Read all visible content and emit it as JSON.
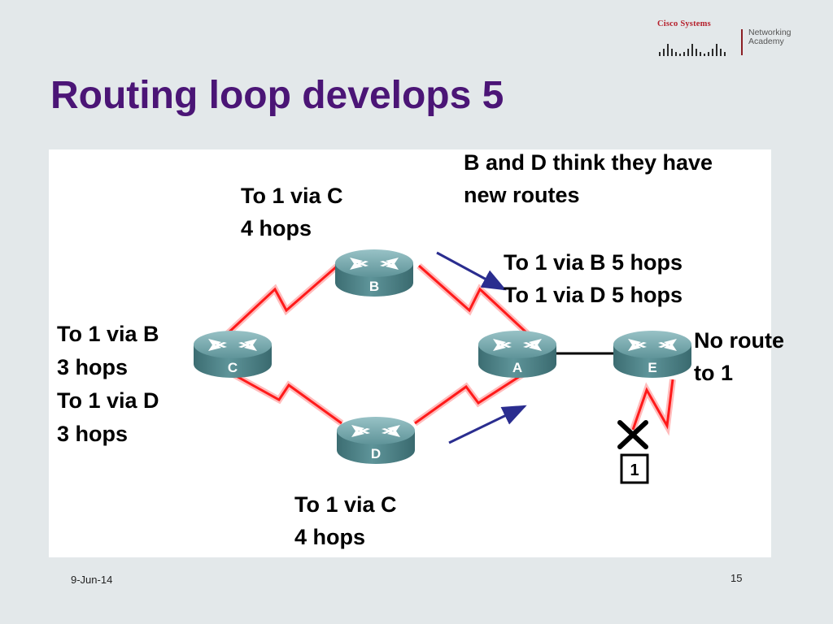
{
  "logo": {
    "brand": "Cisco Systems",
    "academy_line1": "Networking",
    "academy_line2": "Academy"
  },
  "title": "Routing loop develops 5",
  "routers": {
    "A": "A",
    "B": "B",
    "C": "C",
    "D": "D",
    "E": "E"
  },
  "network": {
    "label": "1"
  },
  "labels": {
    "top": [
      "B and D think they have",
      "new routes"
    ],
    "b_route": [
      "To 1 via C",
      "4 hops"
    ],
    "a_routes": [
      "To 1 via B 5 hops",
      "To 1 via D 5 hops"
    ],
    "c_routes": [
      "To 1 via B",
      "3 hops",
      "To 1 via D",
      "3 hops"
    ],
    "e_status": [
      "No route",
      "to 1"
    ],
    "d_route": [
      "To 1 via C",
      "4 hops"
    ]
  },
  "footer": {
    "date": "9-Jun-14",
    "page": "15"
  },
  "colors": {
    "title": "#4b1576",
    "serial_link": "#ff1a1a",
    "arrow": "#2a2d8f",
    "router_body": "#4d8287"
  }
}
